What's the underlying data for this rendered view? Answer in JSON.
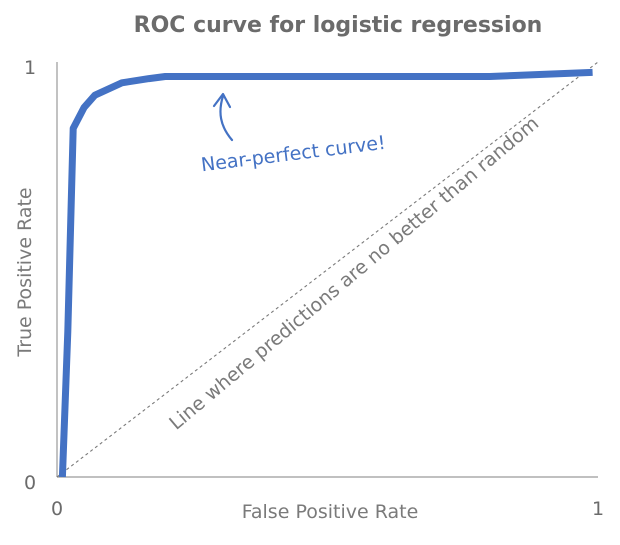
{
  "chart_data": {
    "type": "line",
    "title": "ROC curve for logistic regression",
    "xlabel": "False Positive Rate",
    "ylabel": "True Positive Rate",
    "xlim": [
      0,
      1
    ],
    "ylim": [
      0,
      1
    ],
    "x_ticks": [
      "0",
      "1"
    ],
    "y_ticks": [
      "0",
      "1"
    ],
    "grid": false,
    "series": [
      {
        "color": "#4472c4",
        "x": [
          0.01,
          0.02,
          0.03,
          0.05,
          0.07,
          0.12,
          0.17,
          0.2,
          0.4,
          0.8,
          0.99
        ],
        "y": [
          0.0,
          0.35,
          0.84,
          0.89,
          0.92,
          0.95,
          0.96,
          0.965,
          0.965,
          0.965,
          0.975
        ]
      }
    ],
    "reference_line": {
      "color": "#7a7a7a",
      "style": "dashed",
      "x": [
        0,
        1
      ],
      "y": [
        0,
        1
      ]
    },
    "annotations": {
      "diagonal": "Line where predictions are no better than random",
      "curve": "Near-perfect curve!"
    }
  }
}
